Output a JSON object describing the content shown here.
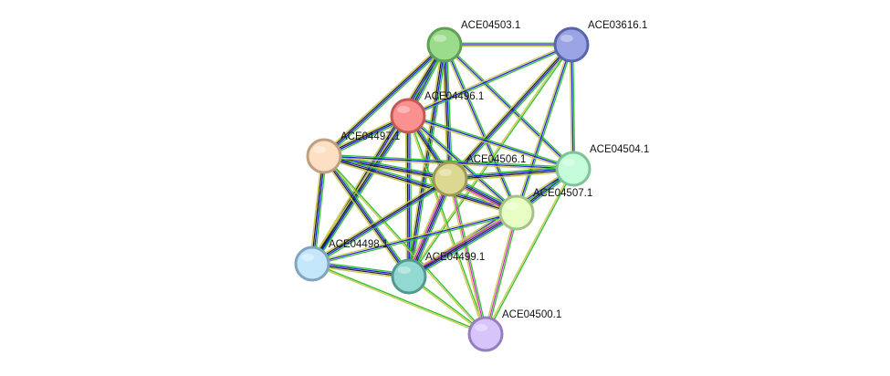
{
  "nodes": [
    {
      "id": "ACE04503.1",
      "label": "ACE04503.1",
      "fill": "#9bdc8c",
      "stroke": "#5fa055"
    },
    {
      "id": "ACE03616.1",
      "label": "ACE03616.1",
      "fill": "#9aa3e3",
      "stroke": "#5a64ad"
    },
    {
      "id": "ACE04496.1",
      "label": "ACE04496.1",
      "fill": "#fb9090",
      "stroke": "#c55757"
    },
    {
      "id": "ACE04497.1",
      "label": "ACE04497.1",
      "fill": "#fde0c4",
      "stroke": "#bf9f7f"
    },
    {
      "id": "ACE04506.1",
      "label": "ACE04506.1",
      "fill": "#dcd892",
      "stroke": "#9d9a58"
    },
    {
      "id": "ACE04504.1",
      "label": "ACE04504.1",
      "fill": "#c4fbd8",
      "stroke": "#7ec499"
    },
    {
      "id": "ACE04507.1",
      "label": "ACE04507.1",
      "fill": "#e6fec4",
      "stroke": "#a6c287"
    },
    {
      "id": "ACE04498.1",
      "label": "ACE04498.1",
      "fill": "#c4e6fb",
      "stroke": "#7fa5bf"
    },
    {
      "id": "ACE04499.1",
      "label": "ACE04499.1",
      "fill": "#92dad1",
      "stroke": "#52998f"
    },
    {
      "id": "ACE04500.1",
      "label": "ACE04500.1",
      "fill": "#d6c4fb",
      "stroke": "#957fbf"
    }
  ],
  "edges": [
    {
      "source": "ACE04503.1",
      "target": "ACE03616.1",
      "colors": [
        "#2ec02e",
        "#2020e0",
        "#c8c84a"
      ]
    },
    {
      "source": "ACE04503.1",
      "target": "ACE04496.1",
      "colors": [
        "#2ec02e",
        "#2020e0",
        "#222222",
        "#c8c84a"
      ]
    },
    {
      "source": "ACE04503.1",
      "target": "ACE04497.1",
      "colors": [
        "#2ec02e",
        "#2020e0",
        "#222222",
        "#c8c84a"
      ]
    },
    {
      "source": "ACE04503.1",
      "target": "ACE04506.1",
      "colors": [
        "#2ec02e",
        "#2020e0",
        "#222222",
        "#c8c84a"
      ]
    },
    {
      "source": "ACE04503.1",
      "target": "ACE04504.1",
      "colors": [
        "#2ec02e",
        "#2020e0",
        "#c8c84a"
      ]
    },
    {
      "source": "ACE04503.1",
      "target": "ACE04507.1",
      "colors": [
        "#2ec02e",
        "#2020e0",
        "#c8c84a"
      ]
    },
    {
      "source": "ACE04503.1",
      "target": "ACE04498.1",
      "colors": [
        "#2ec02e",
        "#2020e0",
        "#222222",
        "#c8c84a"
      ]
    },
    {
      "source": "ACE04503.1",
      "target": "ACE04499.1",
      "colors": [
        "#2ec02e",
        "#2020e0",
        "#222222",
        "#c8c84a"
      ]
    },
    {
      "source": "ACE03616.1",
      "target": "ACE04496.1",
      "colors": [
        "#2ec02e",
        "#2020e0",
        "#c8c84a"
      ]
    },
    {
      "source": "ACE03616.1",
      "target": "ACE04506.1",
      "colors": [
        "#2ec02e",
        "#2020e0",
        "#222222",
        "#c8c84a"
      ]
    },
    {
      "source": "ACE03616.1",
      "target": "ACE04504.1",
      "colors": [
        "#2ec02e",
        "#2020e0",
        "#c8c84a"
      ]
    },
    {
      "source": "ACE03616.1",
      "target": "ACE04507.1",
      "colors": [
        "#2ec02e",
        "#2020e0",
        "#c8c84a"
      ]
    },
    {
      "source": "ACE03616.1",
      "target": "ACE04499.1",
      "colors": [
        "#2ec02e",
        "#c8c84a"
      ]
    },
    {
      "source": "ACE04496.1",
      "target": "ACE04497.1",
      "colors": [
        "#2ec02e",
        "#2020e0",
        "#222222",
        "#c8c84a"
      ]
    },
    {
      "source": "ACE04496.1",
      "target": "ACE04506.1",
      "colors": [
        "#2ec02e",
        "#2020e0",
        "#222222",
        "#c8c84a"
      ]
    },
    {
      "source": "ACE04496.1",
      "target": "ACE04504.1",
      "colors": [
        "#2ec02e",
        "#2020e0",
        "#c8c84a"
      ]
    },
    {
      "source": "ACE04496.1",
      "target": "ACE04507.1",
      "colors": [
        "#2ec02e",
        "#2020e0",
        "#c8c84a"
      ]
    },
    {
      "source": "ACE04496.1",
      "target": "ACE04498.1",
      "colors": [
        "#2ec02e",
        "#2020e0",
        "#222222",
        "#c8c84a"
      ]
    },
    {
      "source": "ACE04496.1",
      "target": "ACE04499.1",
      "colors": [
        "#2ec02e",
        "#2020e0",
        "#222222",
        "#c8c84a"
      ]
    },
    {
      "source": "ACE04496.1",
      "target": "ACE04500.1",
      "colors": [
        "#2ec02e",
        "#c8c84a"
      ]
    },
    {
      "source": "ACE04497.1",
      "target": "ACE04506.1",
      "colors": [
        "#2ec02e",
        "#2020e0",
        "#222222",
        "#c8c84a"
      ]
    },
    {
      "source": "ACE04497.1",
      "target": "ACE04504.1",
      "colors": [
        "#2ec02e",
        "#2020e0",
        "#c8c84a"
      ]
    },
    {
      "source": "ACE04497.1",
      "target": "ACE04507.1",
      "colors": [
        "#2ec02e",
        "#2020e0",
        "#222222",
        "#c8c84a"
      ]
    },
    {
      "source": "ACE04497.1",
      "target": "ACE04498.1",
      "colors": [
        "#2ec02e",
        "#2020e0",
        "#222222",
        "#c8c84a"
      ]
    },
    {
      "source": "ACE04497.1",
      "target": "ACE04499.1",
      "colors": [
        "#2ec02e",
        "#2020e0",
        "#222222",
        "#c8c84a"
      ]
    },
    {
      "source": "ACE04497.1",
      "target": "ACE04500.1",
      "colors": [
        "#2ec02e",
        "#c8c84a"
      ]
    },
    {
      "source": "ACE04506.1",
      "target": "ACE04504.1",
      "colors": [
        "#2ec02e",
        "#2020e0",
        "#222222",
        "#c8c84a"
      ]
    },
    {
      "source": "ACE04506.1",
      "target": "ACE04507.1",
      "colors": [
        "#2ec02e",
        "#2020e0",
        "#222222",
        "#d030d0",
        "#c8c84a"
      ]
    },
    {
      "source": "ACE04506.1",
      "target": "ACE04498.1",
      "colors": [
        "#2ec02e",
        "#2020e0",
        "#222222",
        "#c8c84a"
      ]
    },
    {
      "source": "ACE04506.1",
      "target": "ACE04499.1",
      "colors": [
        "#2ec02e",
        "#2020e0",
        "#222222",
        "#d030d0",
        "#c8c84a"
      ]
    },
    {
      "source": "ACE04506.1",
      "target": "ACE04500.1",
      "colors": [
        "#2ec02e",
        "#d030d0",
        "#c8c84a"
      ]
    },
    {
      "source": "ACE04504.1",
      "target": "ACE04507.1",
      "colors": [
        "#2ec02e",
        "#2020e0",
        "#222222",
        "#c8c84a"
      ]
    },
    {
      "source": "ACE04504.1",
      "target": "ACE04499.1",
      "colors": [
        "#2ec02e",
        "#2020e0",
        "#c8c84a"
      ]
    },
    {
      "source": "ACE04504.1",
      "target": "ACE04500.1",
      "colors": [
        "#2ec02e",
        "#c8c84a"
      ]
    },
    {
      "source": "ACE04507.1",
      "target": "ACE04498.1",
      "colors": [
        "#2ec02e",
        "#2020e0",
        "#c8c84a"
      ]
    },
    {
      "source": "ACE04507.1",
      "target": "ACE04499.1",
      "colors": [
        "#2ec02e",
        "#2020e0",
        "#222222",
        "#d030d0",
        "#c8c84a"
      ]
    },
    {
      "source": "ACE04507.1",
      "target": "ACE04500.1",
      "colors": [
        "#2ec02e",
        "#d030d0",
        "#c8c84a"
      ]
    },
    {
      "source": "ACE04498.1",
      "target": "ACE04499.1",
      "colors": [
        "#2ec02e",
        "#2020e0",
        "#222222",
        "#c8c84a"
      ]
    },
    {
      "source": "ACE04498.1",
      "target": "ACE04500.1",
      "colors": [
        "#2ec02e",
        "#c8c84a"
      ]
    },
    {
      "source": "ACE04499.1",
      "target": "ACE04500.1",
      "colors": [
        "#2ec02e",
        "#c8c84a"
      ]
    }
  ]
}
